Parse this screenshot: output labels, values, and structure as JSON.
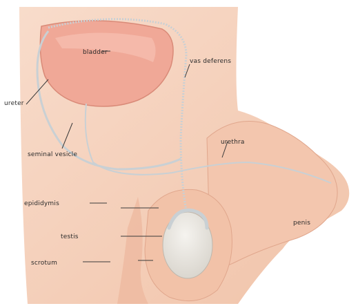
{
  "labels": {
    "organ_upper": "bladder",
    "upper_right": "vas deferens",
    "left_edge": "ureter",
    "left_lower": "seminal vesicle",
    "right_mid": "urethra",
    "left_a": "epididymis",
    "left_b": "testis",
    "left_c": "scrotum",
    "right_far": "penis"
  },
  "colors": {
    "skin": "#f5cdb6",
    "skin_shadow": "#e8ac92",
    "organ": "#f0a897",
    "organ_outline": "#d98a78",
    "duct": "#c9d0d4",
    "testis": "#e7e5df"
  }
}
